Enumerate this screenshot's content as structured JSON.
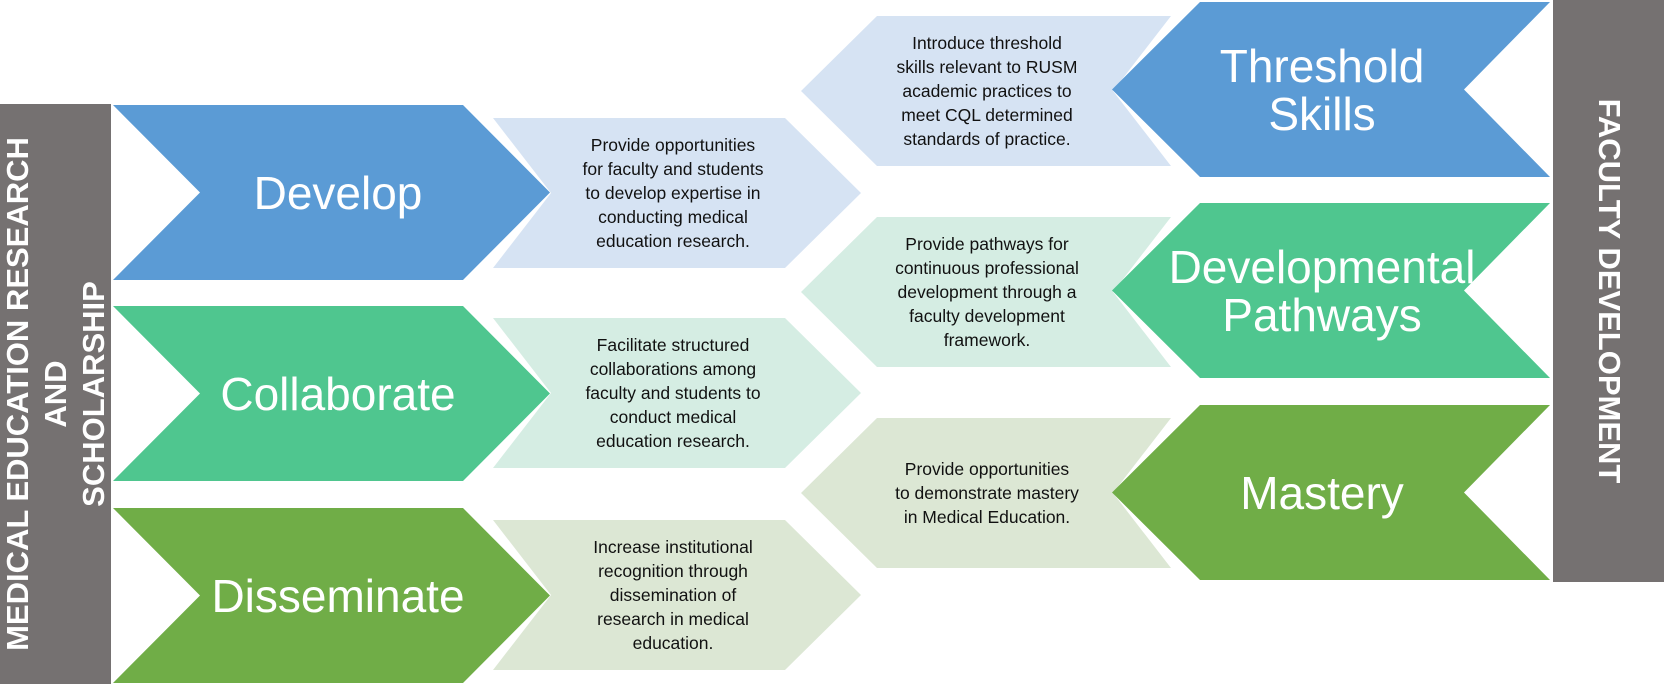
{
  "left_sidebar": {
    "text": "MEDICAL EDUCATION RESEARCH AND\nSCHOLARSHIP"
  },
  "right_sidebar": {
    "text": "FACULTY DEVELOPMENT"
  },
  "left_chevrons": [
    {
      "label": "Develop",
      "description": "Provide opportunities\nfor faculty and students\nto develop expertise in\nconducting medical\neducation research."
    },
    {
      "label": "Collaborate",
      "description": "Facilitate structured\ncollaborations among\nfaculty and students to\nconduct medical\neducation research."
    },
    {
      "label": "Disseminate",
      "description": "Increase institutional\nrecognition through\ndissemination of\nresearch in medical\neducation."
    }
  ],
  "right_chevrons": [
    {
      "label": "Threshold\nSkills",
      "description": "Introduce threshold\nskills relevant to RUSM\nacademic practices to\nmeet CQL determined\nstandards of practice."
    },
    {
      "label": "Developmental\nPathways",
      "description": "Provide pathways for\ncontinuous professional\ndevelopment through a\nfaculty development\nframework."
    },
    {
      "label": "Mastery",
      "description": "Provide opportunities\nto demonstrate mastery\nin Medical Education."
    }
  ],
  "colors": {
    "blue": "#5b9bd5",
    "teal": "#4fc68f",
    "green": "#70ad47",
    "blue_light": "#d6e3f3",
    "teal_light": "#d5ede3",
    "green_light": "#dce7d4",
    "sidebar": "#757171"
  }
}
